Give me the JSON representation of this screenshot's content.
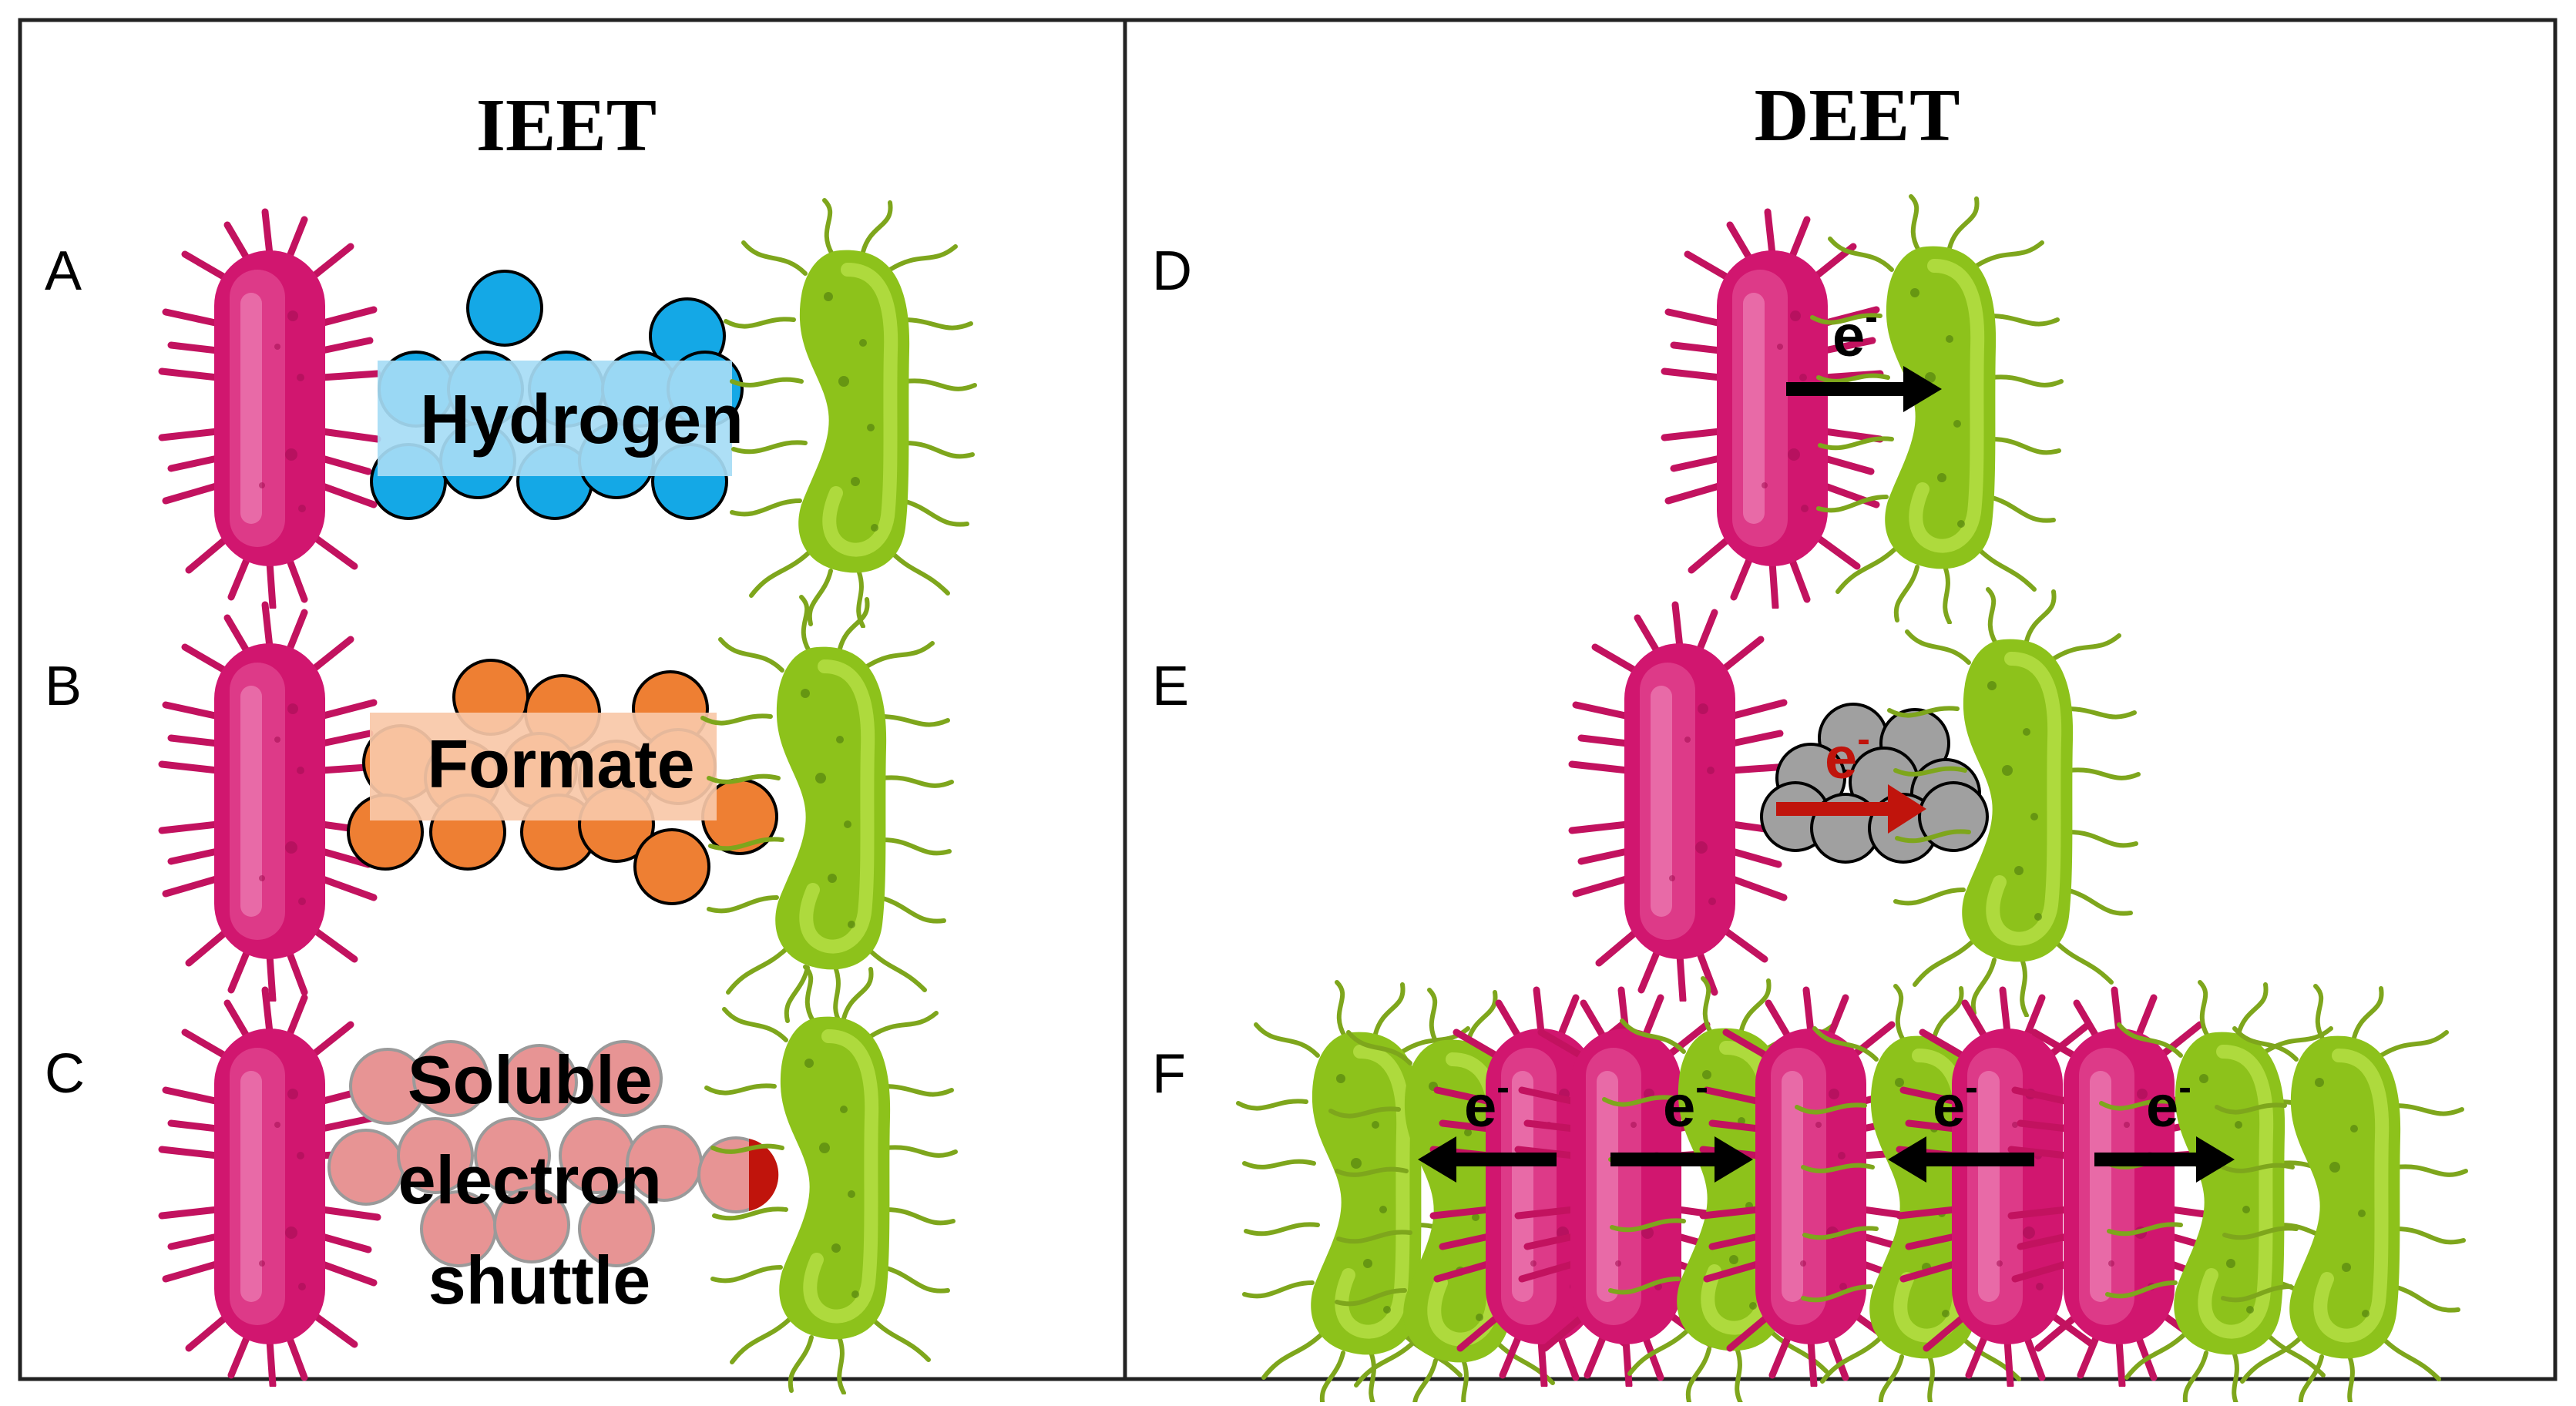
{
  "titles": {
    "left": "IEET",
    "right": "DEET"
  },
  "panels": {
    "A": {
      "letter": "A",
      "label": "Hydrogen"
    },
    "B": {
      "letter": "B",
      "label": "Formate"
    },
    "C": {
      "letter": "C",
      "label_lines": [
        "Soluble",
        "electron",
        "shuttle"
      ]
    },
    "D": {
      "letter": "D",
      "electron": "e",
      "electron_sup": "-"
    },
    "E": {
      "letter": "E",
      "electron": "e",
      "electron_sup": "-"
    },
    "F": {
      "letter": "F",
      "electron": "e",
      "electron_sup": "-"
    }
  },
  "colors": {
    "pink_cell": "#d1166f",
    "green_cell": "#8dc21b",
    "hydrogen": "#14a8e6",
    "hydrogen_band": "#a6dcf5",
    "formate": "#ee7f33",
    "formate_band": "#f9c8a8",
    "shuttle": "#e79494",
    "mineral": "#a0a0a0",
    "red_arrow": "#c0140c",
    "arrow": "#000000"
  }
}
